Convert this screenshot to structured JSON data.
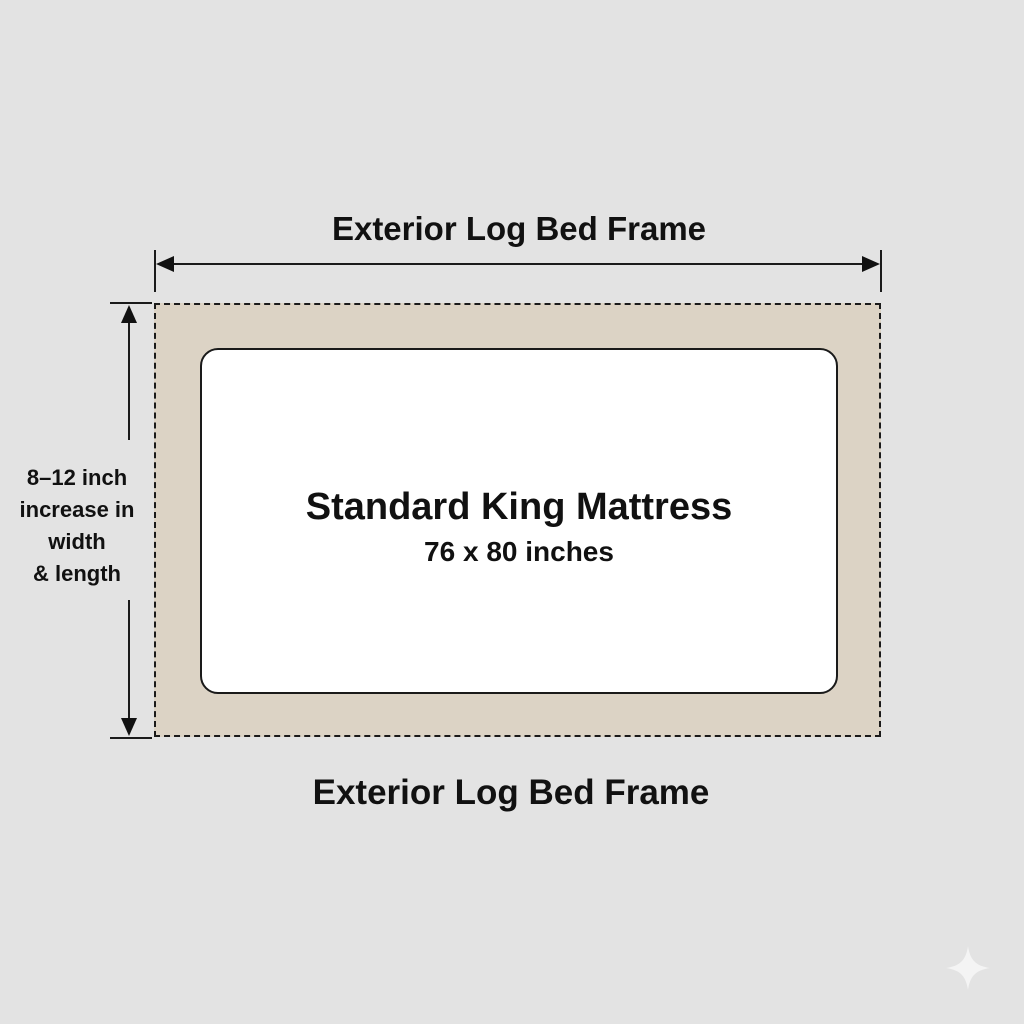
{
  "diagram": {
    "top_label": "Exterior Log Bed Frame",
    "bottom_label": "Exterior Log Bed Frame",
    "mattress": {
      "title": "Standard King Mattress",
      "dimensions": "76 x 80 inches"
    },
    "side_label": {
      "line1": "8–12 inch",
      "line2": "increase in",
      "line3": "width",
      "line4": "& length"
    },
    "colors": {
      "background": "#e3e3e3",
      "frame_fill": "#dcd3c5",
      "mattress_fill": "#ffffff",
      "line": "#1a1a1a"
    },
    "watermark_icon": "sparkle-icon"
  }
}
